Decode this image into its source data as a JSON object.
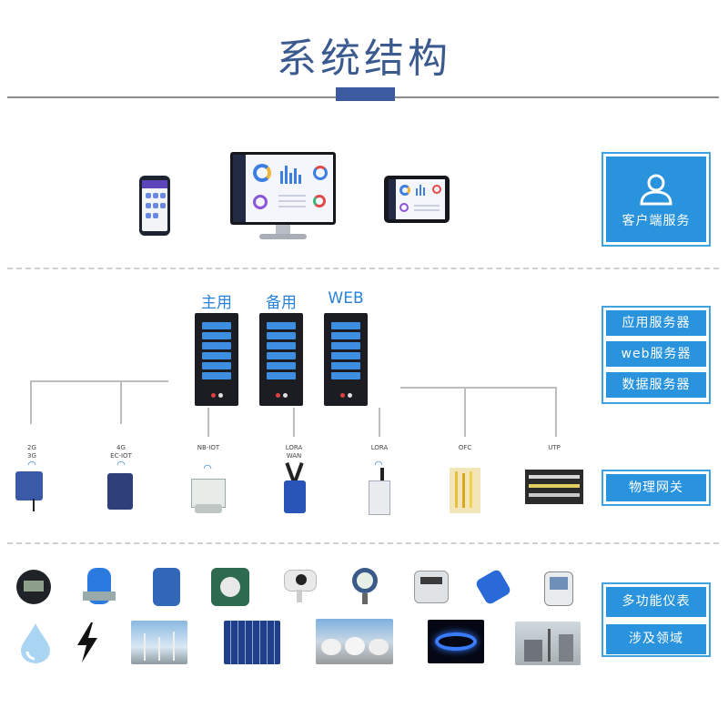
{
  "title": "系统结构",
  "side_labels": {
    "client": "客户端服务",
    "app_server": "应用服务器",
    "web_server": "web服务器",
    "data_server": "数据服务器",
    "gateway": "物理网关",
    "meters": "多功能仪表",
    "domains": "涉及领域"
  },
  "servers": [
    "主用",
    "备用",
    "WEB"
  ],
  "gateways": [
    {
      "label1": "2G",
      "label2": "3G"
    },
    {
      "label1": "4G",
      "label2": "EC-IOT"
    },
    {
      "label1": "",
      "label2": "NB-IOT"
    },
    {
      "label1": "LORA",
      "label2": "WAN"
    },
    {
      "label1": "",
      "label2": "LORA"
    },
    {
      "label1": "",
      "label2": "OFC"
    },
    {
      "label1": "",
      "label2": "UTP"
    }
  ],
  "colors": {
    "title": "#3b5a8f",
    "accent": "#2a93dd",
    "server_text": "#2a82d8",
    "server_body": "#1b1d22"
  },
  "icons": {
    "client": "user-icon",
    "water": "water-drop-icon",
    "power": "lightning-icon"
  }
}
